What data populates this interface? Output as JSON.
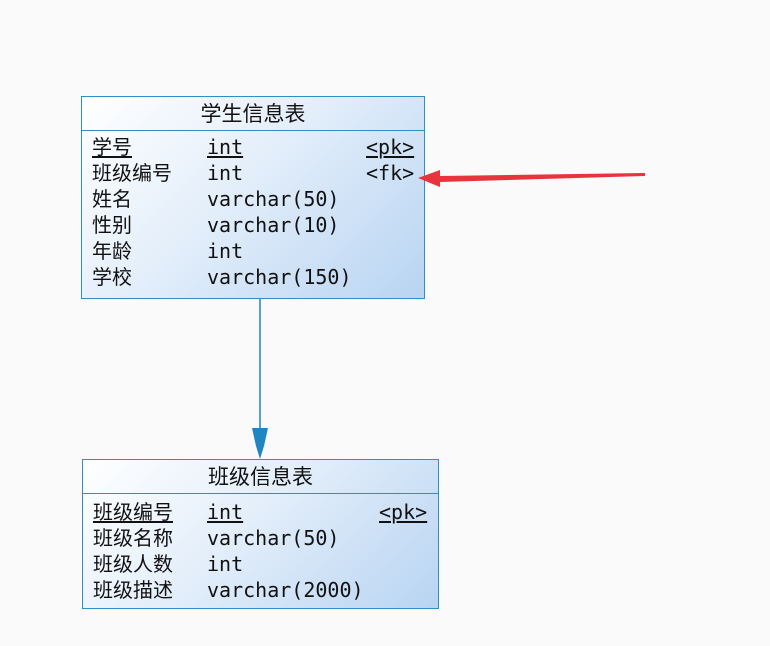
{
  "student_table": {
    "title": "学生信息表",
    "rows": [
      {
        "name": "学号",
        "type": "int",
        "key": "<pk>"
      },
      {
        "name": "班级编号",
        "type": "int",
        "key": "<fk>"
      },
      {
        "name": "姓名",
        "type": "varchar(50)",
        "key": ""
      },
      {
        "name": "性别",
        "type": "varchar(10)",
        "key": ""
      },
      {
        "name": "年龄",
        "type": "int",
        "key": ""
      },
      {
        "name": "学校",
        "type": "varchar(150)",
        "key": ""
      }
    ]
  },
  "class_table": {
    "title": "班级信息表",
    "rows": [
      {
        "name": "班级编号",
        "type": "int",
        "key": "<pk>"
      },
      {
        "name": "班级名称",
        "type": "varchar(50)",
        "key": ""
      },
      {
        "name": "班级人数",
        "type": "int",
        "key": ""
      },
      {
        "name": "班级描述",
        "type": "varchar(2000)",
        "key": ""
      }
    ]
  },
  "colors": {
    "entity_border": "#2e8ec5",
    "relationship_line": "#1f86c2",
    "annotation_arrow": "#e8343c"
  }
}
